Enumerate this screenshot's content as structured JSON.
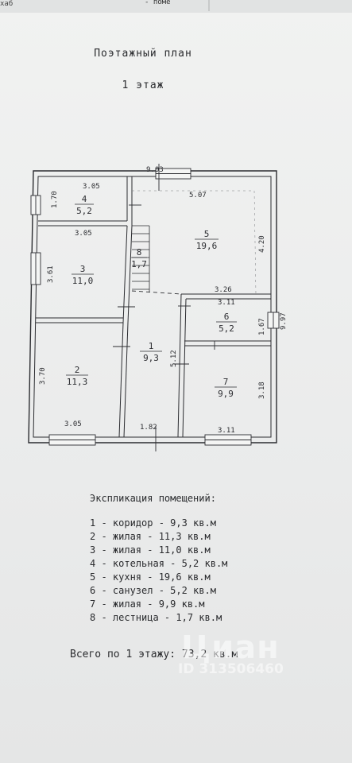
{
  "header_fragment": "- поме",
  "header_cut": "хаб",
  "title": "Поэтажный план",
  "floor": "1 этаж",
  "plan": {
    "dims": {
      "top_total": "9.03",
      "right_total": "9.97",
      "r4_top": "3.05",
      "r4_left": "1.70",
      "r3_top": "3.05",
      "r3_left": "3.61",
      "r2_left": "3.70",
      "r2_bottom": "3.05",
      "r5_top": "5.07",
      "r5_right": "4.20",
      "r6_top": "3.26",
      "r6_inner": "3.11",
      "r6_right": "1.67",
      "corr_right": "5.12",
      "r7_right": "3.18",
      "r7_bottom": "3.11",
      "corr_bottom": "1.82"
    },
    "rooms": [
      {
        "num": "1",
        "area": "9,3"
      },
      {
        "num": "2",
        "area": "11,3"
      },
      {
        "num": "3",
        "area": "11,0"
      },
      {
        "num": "4",
        "area": "5,2"
      },
      {
        "num": "5",
        "area": "19,6"
      },
      {
        "num": "6",
        "area": "5,2"
      },
      {
        "num": "7",
        "area": "9,9"
      },
      {
        "num": "8",
        "area": "1,7"
      }
    ]
  },
  "explication": {
    "title": "Экспликация помещений:",
    "items": [
      "1 - коридор - 9,3 кв.м",
      "2 - жилая - 11,3 кв.м",
      "3 - жилая - 11,0 кв.м",
      "4 - котельная - 5,2 кв.м",
      "5 - кухня - 19,6 кв.м",
      "6 - санузел - 5,2 кв.м",
      "7 - жилая - 9,9 кв.м",
      "8 - лестница - 1,7 кв.м"
    ],
    "total": "Всего по 1 этажу: 73,2 кв.м"
  },
  "watermark": {
    "name": "Циан",
    "id": "ID 313506460"
  }
}
